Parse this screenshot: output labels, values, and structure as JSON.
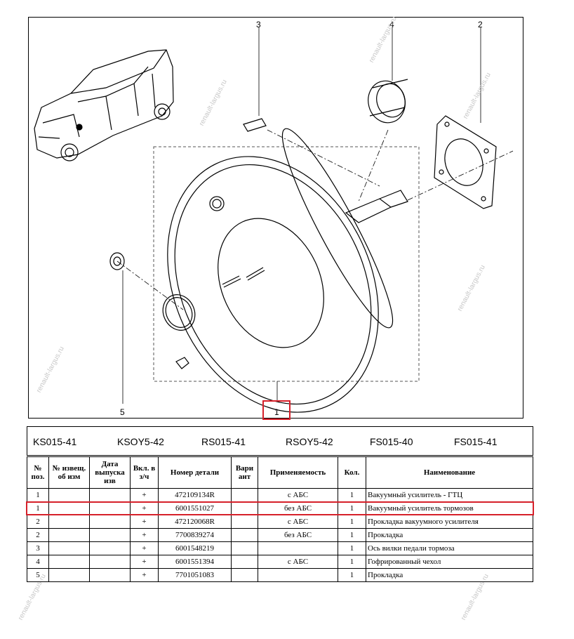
{
  "diagram": {
    "callouts": [
      "3",
      "4",
      "2",
      "5",
      "1"
    ]
  },
  "watermark": "renault-largus.ru",
  "codes": [
    "KS015-41",
    "KSOY5-42",
    "RS015-41",
    "RSOY5-42",
    "FS015-40",
    "FS015-41"
  ],
  "table": {
    "headers": [
      "№ поз.",
      "№ извещ. об изм",
      "Дата выпуска изв",
      "Вкл. в з/ч",
      "Номер детали",
      "Вари ант",
      "Применяемость",
      "Кол.",
      "Наименование"
    ],
    "rows": [
      {
        "pos": "1",
        "notice": "",
        "date": "",
        "incl": "+",
        "part": "472109134R",
        "variant": "",
        "applic": "с АБС",
        "qty": "1",
        "name": "Вакуумный усилитель - ГТЦ"
      },
      {
        "pos": "1",
        "notice": "",
        "date": "",
        "incl": "+",
        "part": "6001551027",
        "variant": "",
        "applic": "без АБС",
        "qty": "1",
        "name": "Вакуумный усилитель тормозов"
      },
      {
        "pos": "2",
        "notice": "",
        "date": "",
        "incl": "+",
        "part": "472120068R",
        "variant": "",
        "applic": "с АБС",
        "qty": "1",
        "name": "Прокладка вакуумного усилителя"
      },
      {
        "pos": "2",
        "notice": "",
        "date": "",
        "incl": "+",
        "part": "7700839274",
        "variant": "",
        "applic": "без АБС",
        "qty": "1",
        "name": "Прокладка"
      },
      {
        "pos": "3",
        "notice": "",
        "date": "",
        "incl": "+",
        "part": "6001548219",
        "variant": "",
        "applic": "",
        "qty": "1",
        "name": "Ось вилки педали тормоза"
      },
      {
        "pos": "4",
        "notice": "",
        "date": "",
        "incl": "+",
        "part": "6001551394",
        "variant": "",
        "applic": "с АБС",
        "qty": "1",
        "name": "Гофрированный чехол"
      },
      {
        "pos": "5",
        "notice": "",
        "date": "",
        "incl": "+",
        "part": "7701051083",
        "variant": "",
        "applic": "",
        "qty": "1",
        "name": "Прокладка"
      }
    ]
  },
  "colors": {
    "highlight": "#d6202a",
    "line": "#000000",
    "watermark": "#c8c8c8"
  }
}
